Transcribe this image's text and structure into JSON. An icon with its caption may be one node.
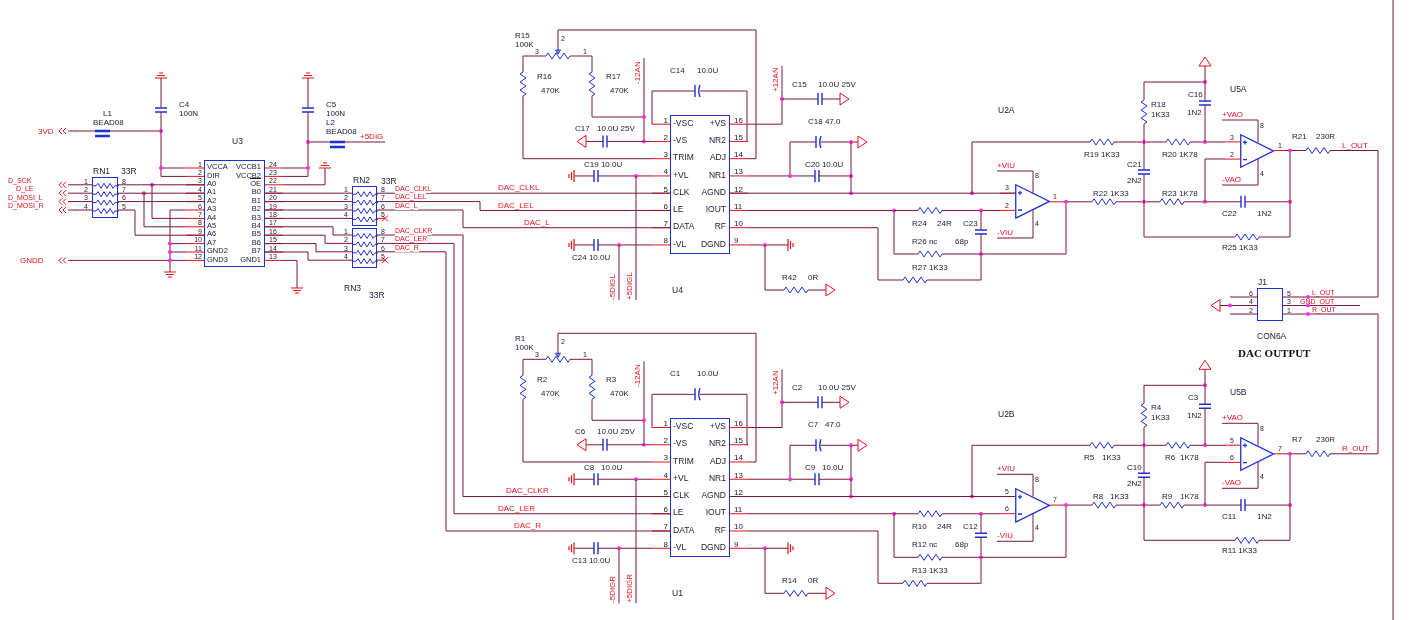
{
  "diagram": {
    "nodes": [
      {
        "text": [
          "U3",
          "VCCA",
          "DIR",
          "A0",
          "A1",
          "A2",
          "A3",
          "A4",
          "A5",
          "A6",
          "A7",
          "GND2",
          "GND3",
          "VCCB1",
          "VCCB2",
          "OE",
          "B0",
          "B1",
          "B2",
          "B3",
          "B4",
          "B5",
          "B6",
          "B7",
          "GND1"
        ],
        "beside": [
          "1",
          "2",
          "3",
          "4",
          "5",
          "6",
          "7",
          "8",
          "9",
          "10",
          "11",
          "12",
          "24",
          "23",
          "22",
          "21",
          "20",
          "19",
          "18",
          "17",
          "16",
          "15",
          "14",
          "13"
        ]
      },
      {
        "text": [
          "RN1",
          "33R"
        ],
        "beside": [
          "1",
          "2",
          "3",
          "4",
          "8",
          "7",
          "6",
          "5"
        ]
      },
      {
        "text": [
          "RN2",
          "33R"
        ],
        "beside": [
          "1",
          "2",
          "3",
          "4",
          "8",
          "7",
          "6",
          "5"
        ]
      },
      {
        "text": [
          "RN3",
          "33R"
        ],
        "beside": [
          "1",
          "2",
          "3",
          "4",
          "8",
          "7",
          "6",
          "5"
        ]
      },
      {
        "text": [
          "-VSC",
          "-VS",
          "TRIM",
          "+VL",
          "CLK",
          "LE",
          "DATA",
          "-VL",
          "+VS",
          "NR2",
          "ADJ",
          "NR1",
          "AGND",
          "IOUT",
          "RF",
          "DGND",
          "U4"
        ],
        "beside": [
          "1",
          "2",
          "3",
          "4",
          "5",
          "6",
          "7",
          "8",
          "16",
          "15",
          "14",
          "13",
          "12",
          "11",
          "10",
          "9"
        ]
      },
      {
        "text": [
          "-VSC",
          "-VS",
          "TRIM",
          "+VL",
          "CLK",
          "LE",
          "DATA",
          "-VL",
          "+VS",
          "NR2",
          "ADJ",
          "NR1",
          "AGND",
          "IOUT",
          "RF",
          "DGND",
          "U1"
        ],
        "beside": [
          "1",
          "2",
          "3",
          "4",
          "5",
          "6",
          "7",
          "8",
          "16",
          "15",
          "14",
          "13",
          "12",
          "11",
          "10",
          "9"
        ]
      },
      {
        "text": [
          "U2A",
          "3",
          "2",
          "1",
          "8",
          "4"
        ]
      },
      {
        "text": [
          "U5A",
          "3",
          "2",
          "1",
          "8",
          "4"
        ]
      },
      {
        "text": [
          "U2B",
          "5",
          "6",
          "7",
          "8",
          "4"
        ]
      },
      {
        "text": [
          "U5B",
          "5",
          "6",
          "7",
          "8",
          "4"
        ]
      },
      {
        "text": [
          "J1",
          "CON6A"
        ],
        "beside": [
          "6",
          "4",
          "2",
          "5",
          "3",
          "1"
        ]
      }
    ],
    "edges": [
      {
        "from": 1,
        "to": 0,
        "arrow": "none"
      },
      {
        "from": 1,
        "to": 0,
        "arrow": "none"
      },
      {
        "from": 1,
        "to": 0,
        "arrow": "none"
      },
      {
        "from": 1,
        "to": 0,
        "arrow": "none"
      },
      {
        "from": 0,
        "to": 2,
        "arrow": "none"
      },
      {
        "from": 0,
        "to": 2,
        "arrow": "none"
      },
      {
        "from": 0,
        "to": 2,
        "arrow": "none"
      },
      {
        "from": 0,
        "to": 2,
        "arrow": "none"
      },
      {
        "from": 0,
        "to": 3,
        "arrow": "none"
      },
      {
        "from": 0,
        "to": 3,
        "arrow": "none"
      },
      {
        "from": 0,
        "to": 3,
        "arrow": "none"
      },
      {
        "from": 0,
        "to": 3,
        "arrow": "none"
      },
      {
        "from": 2,
        "to": 4,
        "arrow": "none",
        "label": "DAC_CLKL"
      },
      {
        "from": 2,
        "to": 4,
        "arrow": "none",
        "label": "DAC_LEL"
      },
      {
        "from": 2,
        "to": 4,
        "arrow": "none",
        "label": "DAC_L"
      },
      {
        "from": 3,
        "to": 5,
        "arrow": "none",
        "label": "DAC_CLKR"
      },
      {
        "from": 3,
        "to": 5,
        "arrow": "none",
        "label": "DAC_LER"
      },
      {
        "from": 3,
        "to": 5,
        "arrow": "none",
        "label": "DAC_R"
      },
      {
        "from": 4,
        "to": 6,
        "arrow": "none"
      },
      {
        "from": 5,
        "to": 8,
        "arrow": "none"
      }
    ],
    "labels": [
      "C4",
      "C5",
      "L1",
      "100N",
      "100N",
      "BEAD08",
      "L2",
      "3VD",
      "BEAD08",
      "+5DIG",
      "D_SCK",
      "D_LE",
      "D_MOSI_L",
      "D_MOSI_R",
      "GNDD",
      "DAC_CLKL",
      "DAC_LEL",
      "DAC_L",
      "DAC_CLKR",
      "DAC_LER",
      "DAC_R",
      "R15",
      "100K",
      "3",
      "2",
      "1",
      "R16",
      "470K",
      "R17",
      "470K",
      "-12AN",
      "C14",
      "10.0U",
      "+12AN",
      "C15",
      "10.0U 25V",
      "C18 47.0",
      "C17",
      "10.0U 25V",
      "C19 10.0U",
      "C20 10.0U",
      "C24 10.0U",
      "-5DIGL",
      "+5DIGL",
      "R42",
      "0R",
      "R1",
      "100K",
      "3",
      "2",
      "1",
      "R2",
      "470K",
      "R3",
      "470K",
      "-12AN",
      "C1",
      "10.0U",
      "+12AN",
      "C2",
      "10.0U 25V",
      "C7",
      "47.0",
      "C6",
      "10.0U 25V",
      "C8",
      "10.0U",
      "C9",
      "10.0U",
      "C13 10.0U",
      "-5DIGR",
      "+5DIGR",
      "R14",
      "0R",
      "+VIU",
      "-VIU",
      "R24",
      "24R",
      "C23",
      "R26 nc",
      "68p",
      "R27 1K33",
      "R19 1K33",
      "R20 1K78",
      "C21",
      "2N2",
      "R22 1K33",
      "R23 1K78",
      "R18",
      "1K33",
      "C16",
      "1N2",
      "+VAO",
      "-VAO",
      "R21",
      "230R",
      "L_OUT",
      "C22",
      "1N2",
      "R25 1K33",
      "L_OUT",
      "GND_OUT",
      "R_OUT",
      "DAC OUTPUT",
      "+VIU",
      "-VIU",
      "R10",
      "24R",
      "C12",
      "R12 nc",
      "68p",
      "R13 1K33",
      "R5",
      "1K33",
      "R6",
      "1K78",
      "C10",
      "2N2",
      "R8",
      "1K33",
      "R9",
      "1K78",
      "R4",
      "1K33",
      "C3",
      "1N2",
      "+VAO",
      "-VAO",
      "R7",
      "230R",
      "R_OUT",
      "C11",
      "1N2",
      "R11 1K33"
    ]
  }
}
